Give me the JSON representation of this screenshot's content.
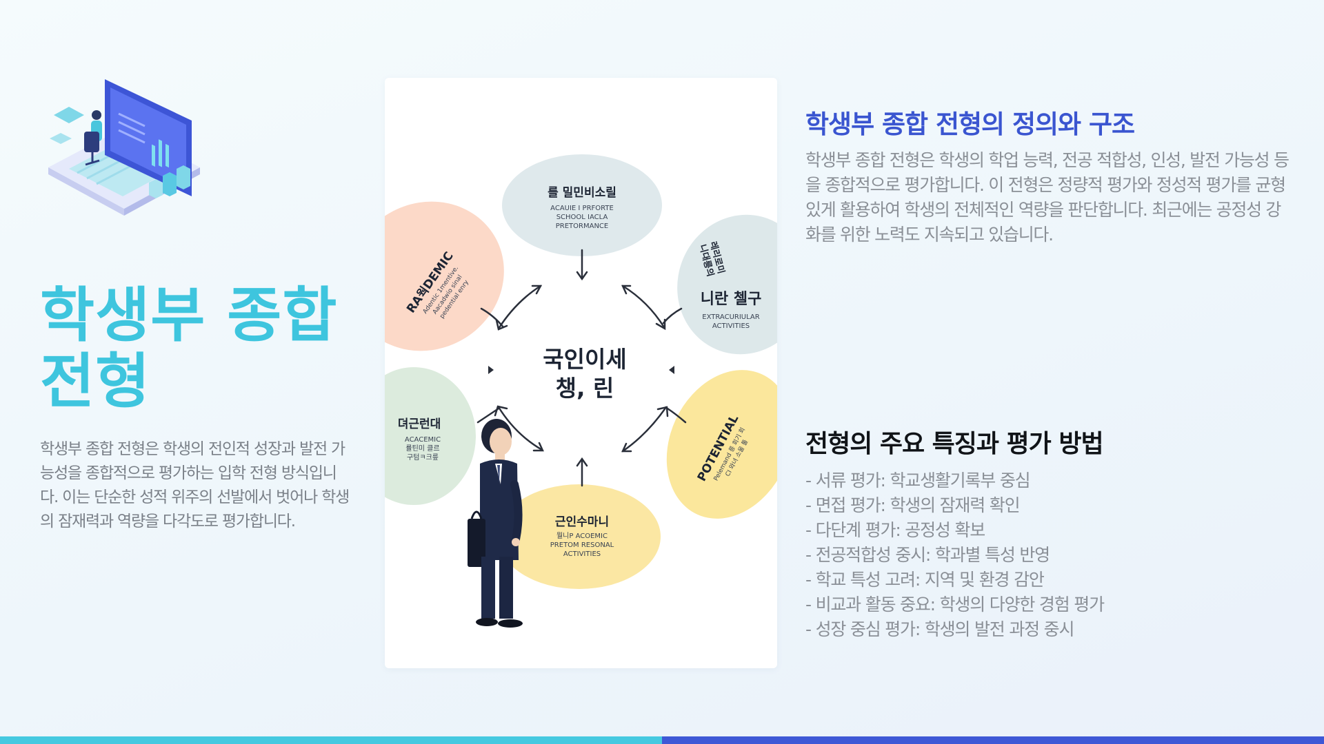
{
  "slide": {
    "title_line1": "학생부 종합",
    "title_line2": "전형",
    "intro": "학생부 종합 전형은 학생의 전인적 성장과 발전 가능성을 종합적으로 평가하는 입학 전형 방식입니다. 이는 단순한 성적 위주의 선발에서 벗어나 학생의 잠재력과 역량을 다각도로 평가합니다."
  },
  "diagram": {
    "center_line1": "국인이세",
    "center_line2": "챙, 린",
    "top": {
      "title": "를 밀민비소릴",
      "sub1": "ACAUIE I PRFORTE",
      "sub2": "SCHOOL IACLA",
      "sub3": "PRETORMANCE"
    },
    "upper_left": {
      "title": "RA웍DEMIC",
      "sub1": "Adentic 1mentive.",
      "sub2": "Aacadwio sinal",
      "sub3": "pedential enry"
    },
    "upper_right": {
      "title_small1": "레리로미",
      "title_small2": "니대릉의",
      "title": "니란 첼구",
      "sub1": "EXTRACURIULAR",
      "sub2": "ACTIVITIES"
    },
    "lower_left": {
      "title": "뎌근런대",
      "sub1": "ACACEMIC",
      "sub2": "률틴미 클르",
      "sub3": "구텀ㅋ크릎"
    },
    "lower_right": {
      "title": "POTENTIAL",
      "sub1": "Pelemand 릉 회기 회",
      "sub2": "CI 와녀 소울 툴"
    },
    "bottom": {
      "title": "근인수마니",
      "sub1": "뭘니P ACOEMIC",
      "sub2": "PRETOM RESONAL",
      "sub3": "ACTIVITIES"
    }
  },
  "section1": {
    "heading": "학생부 종합 전형의 정의와 구조",
    "body": "학생부 종합 전형은 학생의 학업 능력, 전공 적합성, 인성, 발전 가능성 등을 종합적으로 평가합니다. 이 전형은 정량적 평가와 정성적 평가를 균형 있게 활용하여 학생의 전체적인 역량을 판단합니다. 최근에는 공정성 강화를 위한 노력도 지속되고 있습니다."
  },
  "section2": {
    "heading": "전형의 주요 특징과 평가 방법",
    "items": [
      "- 서류 평가: 학교생활기록부 중심",
      "- 면접 평가: 학생의 잠재력 확인",
      "- 다단계 평가: 공정성 확보",
      "- 전공적합성 중시: 학과별 특성 반영",
      "- 학교 특성 고려: 지역 및 환경 감안",
      "- 비교과 활동 중요: 학생의 다양한 경험 평가",
      "- 성장 중심 평가: 학생의 발전 과정 중시"
    ]
  },
  "colors": {
    "title_cyan": "#3ec5de",
    "heading_blue": "#3a55d0",
    "body_gray": "#8a8f96",
    "bar_cyan": "#45c9e0",
    "bar_blue": "#3e58d6"
  },
  "icons": {
    "hero": "isometric-laptop-analytics-icon",
    "figure": "student-in-suit-figure"
  }
}
